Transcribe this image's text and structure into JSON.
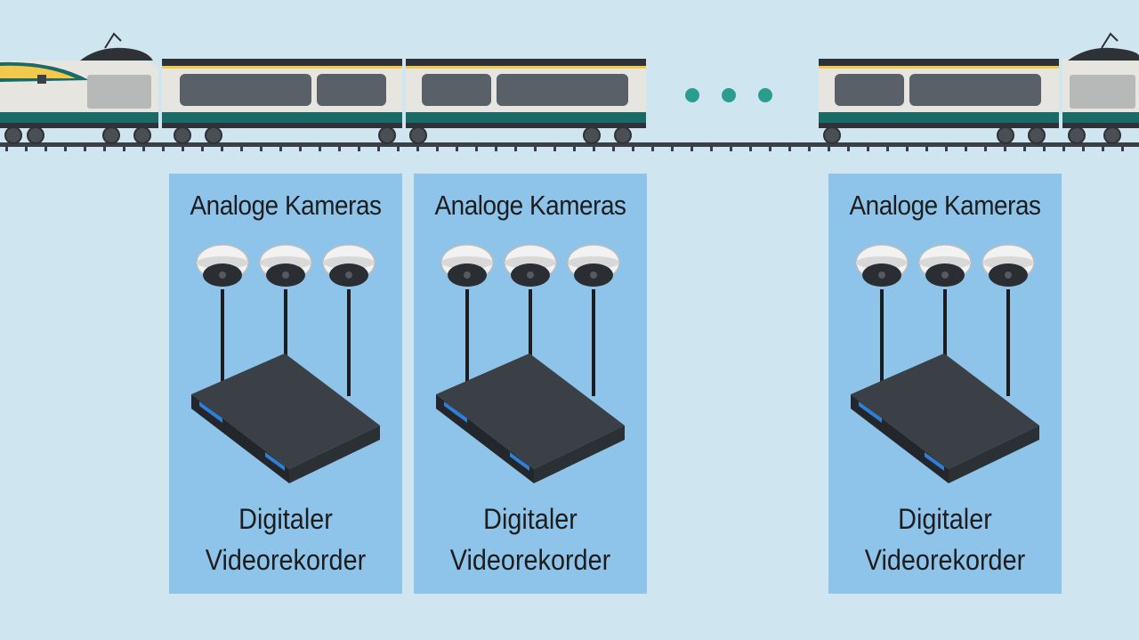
{
  "colors": {
    "background": "#cfe6f0",
    "panel": "#8fc4ea",
    "train_body": "#e7e5df",
    "train_stripe_teal": "#1a6b66",
    "train_stripe_yellow": "#f2c94c",
    "window": "#5a6068",
    "dots": "#2a9d8f",
    "recorder": "#3a4046",
    "recorder_led": "#2f7fd6"
  },
  "dots_icon": "ellipsis-dots",
  "panels": [
    {
      "title": "Analoge Kameras",
      "caption_line1": "Digitaler",
      "caption_line2": "Videorekorder"
    },
    {
      "title": "Analoge Kameras",
      "caption_line1": "Digitaler",
      "caption_line2": "Videorekorder"
    },
    {
      "title": "Analoge Kameras",
      "caption_line1": "Digitaler",
      "caption_line2": "Videorekorder"
    }
  ]
}
